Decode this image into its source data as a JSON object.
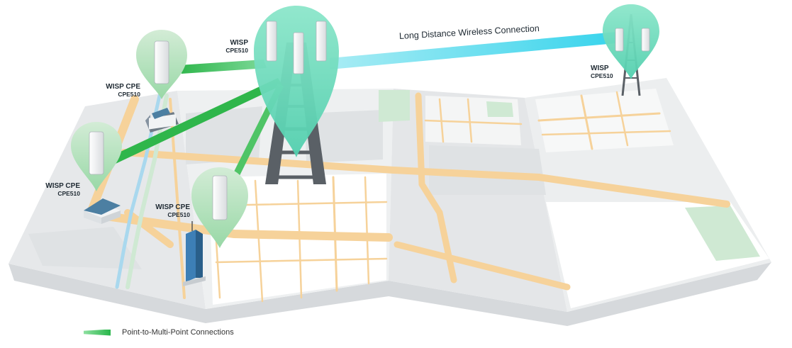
{
  "title": "",
  "long_distance_label": "Long Distance Wireless Connection",
  "legend": {
    "ptmp": "Point-to-Multi-Point Connections"
  },
  "nodes": {
    "main_wisp": {
      "role": "WISP",
      "model": "CPE510"
    },
    "remote_wisp": {
      "role": "WISP",
      "model": "CPE510"
    },
    "cpe_a": {
      "role": "WISP CPE",
      "model": "CPE510"
    },
    "cpe_b": {
      "role": "WISP CPE",
      "model": "CPE510"
    },
    "cpe_c": {
      "role": "WISP CPE",
      "model": "CPE510"
    }
  },
  "colors": {
    "ptmp_link": "#2fb64b",
    "long_link": "#3fd8ee",
    "pin": "#6fdcbc",
    "pin_light": "#bfe8c6",
    "map": "#e9ebec",
    "road": "#f6d29a",
    "river": "#a9d8ee",
    "park": "#cfe9d3",
    "tower": "#5a6066"
  },
  "icons": [
    "tower-icon",
    "antenna-icon",
    "house-icon",
    "building-icon",
    "skyscraper-icon",
    "map-pin-icon"
  ]
}
